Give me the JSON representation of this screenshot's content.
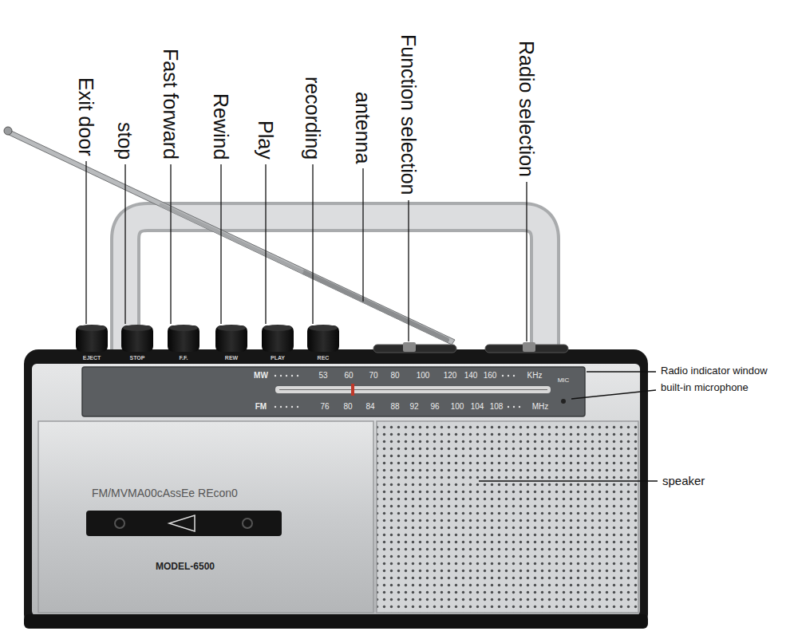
{
  "diagram": {
    "labels": [
      "Exit door",
      "stop",
      "Fast forward",
      "Rewind",
      "Play",
      "recording",
      "antenna",
      "Function selection",
      "Radio selection",
      "EJECT",
      "STOP",
      "F.F.",
      "REW",
      "PLAY",
      "REC",
      "MW",
      "53",
      "60",
      "70",
      "80",
      "100",
      "120",
      "140",
      "160",
      "KHz",
      "FM",
      "76",
      "80",
      "84",
      "88",
      "92",
      "96",
      "100",
      "104",
      "108",
      "MHz",
      "MIC",
      "Radio indicator window",
      "built-in microphone",
      "speaker",
      "FM/MVMA00cAssEe REcon0",
      "MODEL-6500"
    ]
  }
}
